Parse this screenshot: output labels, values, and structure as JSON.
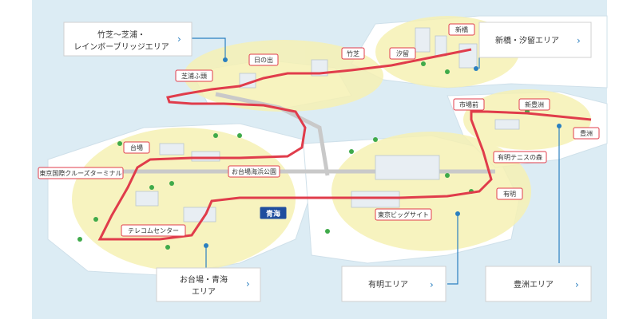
{
  "colors": {
    "sea": "#dcecf4",
    "land": "#ffffff",
    "area": "#f6f1b4",
    "line": "#e03c4b",
    "tree": "#3faa4a",
    "accent": "#2a7fc0",
    "station_border": "#e03c4b"
  },
  "map": {
    "stations": [
      {
        "id": "takeshiba",
        "label": "竹芝"
      },
      {
        "id": "hinode",
        "label": "日の出"
      },
      {
        "id": "shibaura-futo",
        "label": "芝浦ふ頭"
      },
      {
        "id": "shiodome",
        "label": "汐留"
      },
      {
        "id": "shimbashi",
        "label": "新橋"
      },
      {
        "id": "daiba",
        "label": "台場"
      },
      {
        "id": "cruise-terminal",
        "label": "東京国際クルーズターミナル"
      },
      {
        "id": "odaiba-kaihinkoen",
        "label": "お台場海浜公園"
      },
      {
        "id": "telecom-center",
        "label": "テレコムセンター"
      },
      {
        "id": "aomi",
        "label": "青海"
      },
      {
        "id": "tokyo-big-sight",
        "label": "東京ビッグサイト"
      },
      {
        "id": "ariake",
        "label": "有明"
      },
      {
        "id": "ariake-tennis",
        "label": "有明テニスの森"
      },
      {
        "id": "shijo-mae",
        "label": "市場前"
      },
      {
        "id": "shin-toyosu",
        "label": "新豊洲"
      },
      {
        "id": "toyosu",
        "label": "豊洲"
      }
    ],
    "area_buttons": [
      {
        "id": "takeshiba-area",
        "line1": "竹芝～芝浦・",
        "line2": "レインボーブリッジエリア",
        "chevron": "›"
      },
      {
        "id": "shimbashi-area",
        "line1": "新橋・汐留エリア",
        "chevron": "›"
      },
      {
        "id": "odaiba-area",
        "line1": "お台場・青海",
        "line2": "エリア",
        "chevron": "›"
      },
      {
        "id": "ariake-area",
        "line1": "有明エリア",
        "chevron": "›"
      },
      {
        "id": "toyosu-area",
        "line1": "豊洲エリア",
        "chevron": "›"
      }
    ]
  }
}
